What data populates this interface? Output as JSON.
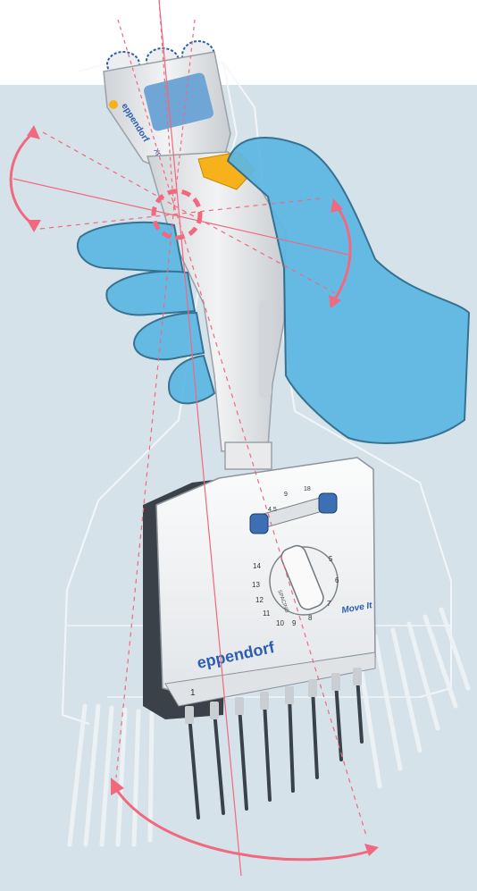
{
  "brand": {
    "logo_text": "eppendorf",
    "top_logo_text": "eppendorf",
    "top_model_text": "Xplorer"
  },
  "module": {
    "model_label": "Move It",
    "spacing_label": "SPACING",
    "channel_one": "1",
    "dial_numbers": [
      "5",
      "6",
      "7",
      "8",
      "9",
      "10",
      "11",
      "12",
      "13",
      "14"
    ],
    "scale_numbers": [
      "4.5",
      "9",
      "18"
    ]
  },
  "colors": {
    "background_panel": "#d6e2ea",
    "glove": "#5db7e3",
    "glove_outline": "#2b6a8a",
    "arrow": "#f0697e",
    "pipette_body": "#e6e8ea",
    "accent_orange": "#f7b21b",
    "module_face": "#f5f6f7",
    "module_dark": "#3b4148",
    "knob_blue": "#3d6fb5",
    "logo_blue": "#2c5db0"
  }
}
